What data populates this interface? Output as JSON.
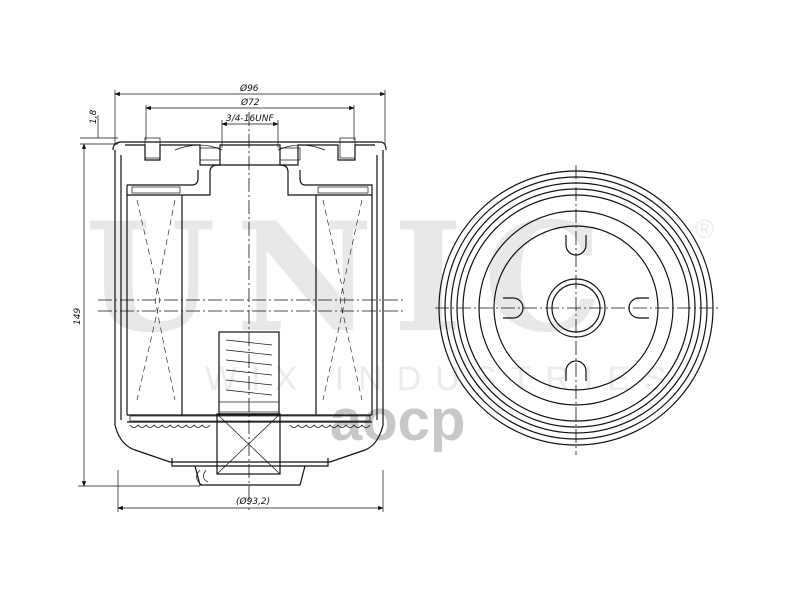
{
  "drawing": {
    "title": "Oil filter technical drawing",
    "dimensions": {
      "outer_diameter": "Ø96",
      "gasket_diameter": "Ø72",
      "thread": "3/4-16UNF",
      "gasket_height": "1,8",
      "height": "149",
      "body_diameter": "(Ø93,2)"
    }
  },
  "watermarks": {
    "brand": "UNIC",
    "registered": "®",
    "subtitle": "WIX INDUSTRIES",
    "site": "aocp"
  }
}
